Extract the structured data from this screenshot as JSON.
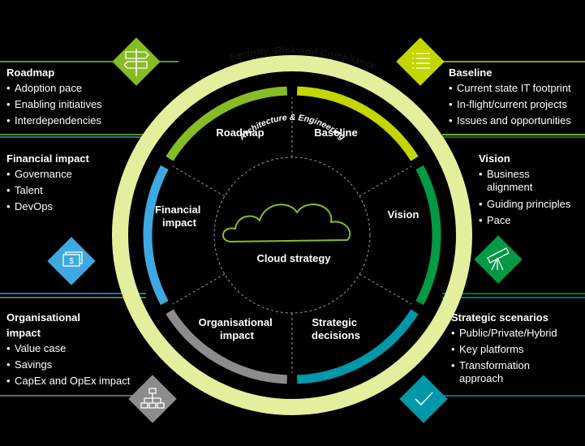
{
  "ring_label": "Security, Risk and Compliance",
  "inner_label": "Architecture & Engineering",
  "center_label": "Cloud strategy",
  "segments": {
    "roadmap": "Roadmap",
    "baseline": "Baseline",
    "vision": "Vision",
    "financial": [
      "Financial",
      "impact"
    ],
    "organisational": [
      "Organisational",
      "impact"
    ],
    "strategic": [
      "Strategic",
      "decisions"
    ]
  },
  "panels": {
    "roadmap": {
      "title": "Roadmap",
      "items": [
        "Adoption pace",
        "Enabling initiatives",
        "Interdependencies"
      ]
    },
    "financial": {
      "title": "Financial impact",
      "items": [
        "Governance",
        "Talent",
        "DevOps"
      ]
    },
    "organisational": {
      "title_lines": [
        "Organisational",
        "impact"
      ],
      "items": [
        "Value case",
        "Savings",
        "CapEx and OpEx impact"
      ]
    },
    "baseline": {
      "title": "Baseline",
      "items": [
        "Current state IT footprint",
        "In-flight/current projects",
        "Issues and opportunities"
      ]
    },
    "vision": {
      "title": "Vision",
      "items": [
        "Business alignment",
        "Guiding principles",
        "Pace"
      ]
    },
    "strategic": {
      "title": "Strategic scenarios",
      "items": [
        "Public/Private/Hybrid",
        "Key platforms",
        "Transformation approach"
      ]
    }
  },
  "colors": {
    "background": "#000000",
    "outer_ring": "#e4ef9d",
    "green_light": "#86bc25",
    "lime": "#c4d600",
    "green_dark": "#009a44",
    "blue": "#3da9e0",
    "grey": "#8c8c8c",
    "teal": "#0097a9",
    "cyan_line": "#27a0c9"
  },
  "icons": [
    "signpost-icon",
    "list-icon",
    "money-icon",
    "telescope-icon",
    "org-chart-icon",
    "checkmark-icon"
  ]
}
